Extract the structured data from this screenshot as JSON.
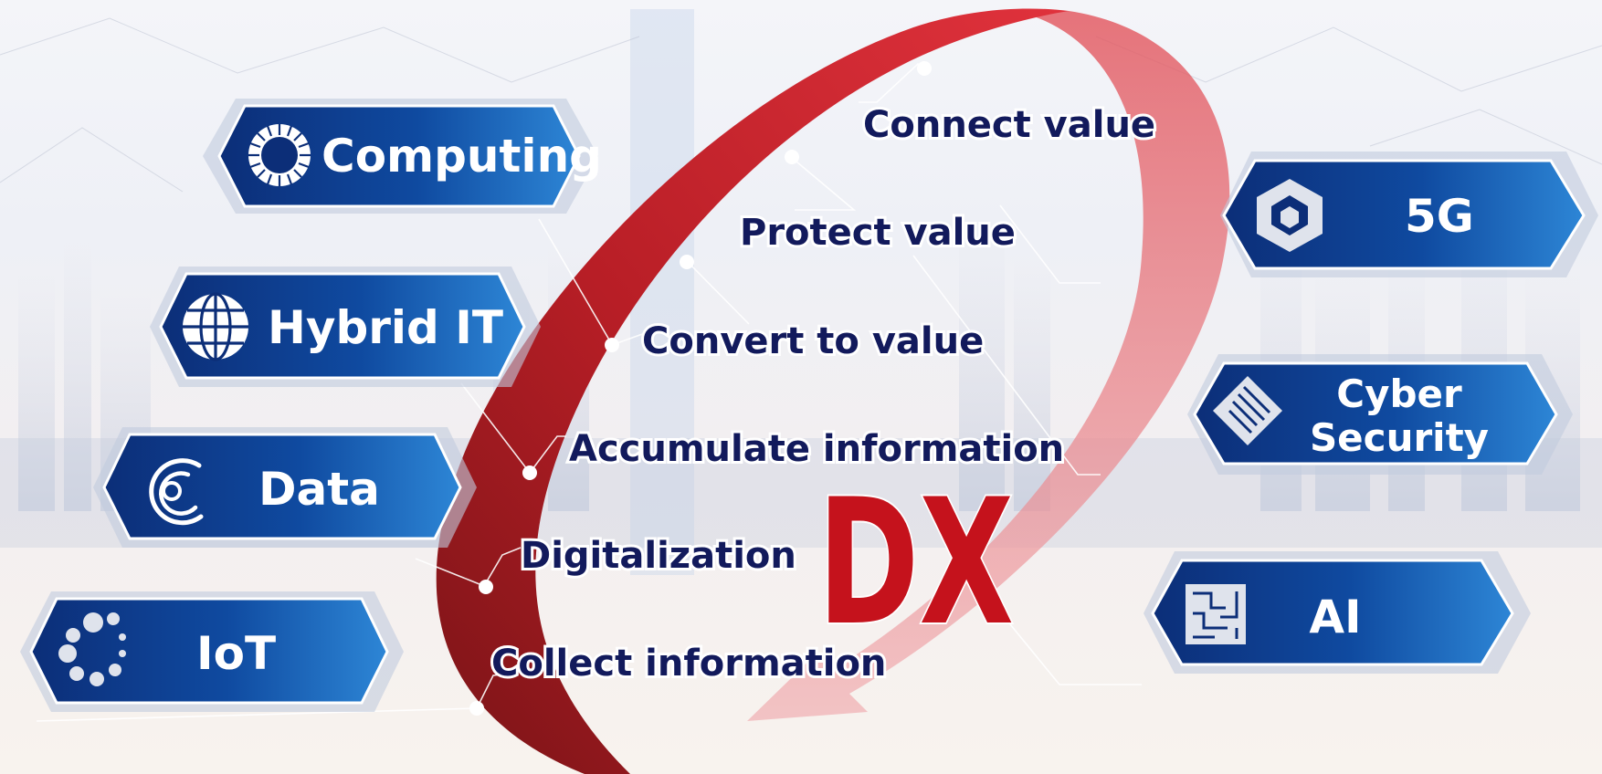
{
  "dx_title": "DX",
  "steps": [
    {
      "label": "Collect information"
    },
    {
      "label": "Digitalization"
    },
    {
      "label": "Accumulate information"
    },
    {
      "label": "Convert to value"
    },
    {
      "label": "Protect value"
    },
    {
      "label": "Connect value"
    }
  ],
  "left_tiles": [
    {
      "label": "Computing",
      "icon": "computing-ring-icon"
    },
    {
      "label": "Hybrid IT",
      "icon": "globe-icon"
    },
    {
      "label": "Data",
      "icon": "data-arcs-icon"
    },
    {
      "label": "IoT",
      "icon": "iot-dots-icon"
    }
  ],
  "right_tiles": [
    {
      "label": "5G",
      "icon": "hexagon-5g-icon"
    },
    {
      "label_lines": [
        "Cyber",
        "Security"
      ],
      "icon": "shield-stripes-icon"
    },
    {
      "label": "AI",
      "icon": "circuit-maze-icon"
    }
  ],
  "colors": {
    "arrow_red": "#c0202a",
    "arrow_dark": "#7d1518",
    "tile_blue": "#0d3a8a",
    "tile_light": "#2a7fd0",
    "label_navy": "#121a5c",
    "dx_red": "#c5121c"
  }
}
